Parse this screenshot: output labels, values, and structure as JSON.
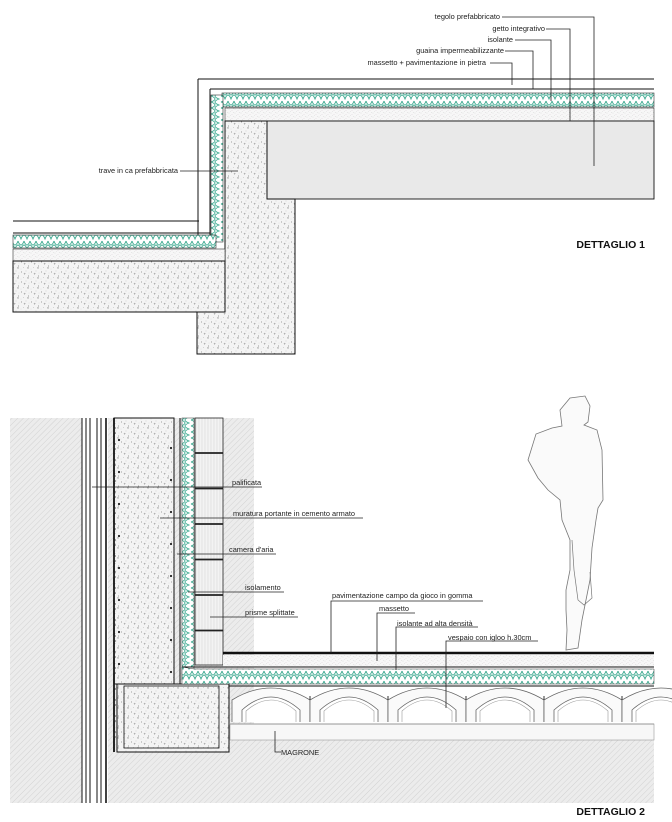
{
  "detail1": {
    "title": "DETTAGLIO 1",
    "labels": [
      "tegolo prefabbricato",
      "getto integrativo",
      "isolante",
      "guaina impermeabilizzante",
      "massetto + pavimentazione in pietra",
      "trave in ca prefabbricata"
    ]
  },
  "detail2": {
    "title": "DETTAGLIO 2",
    "labels": [
      "palificata",
      "muratura portante in cemento armato",
      "camera d'aria",
      "isolamento",
      "prisme splittate",
      "pavimentazione campo da gioco in gomma",
      "massetto",
      "isolante ad alta densità",
      "vespaio con igloo h.30cm",
      "MAGRONE"
    ]
  },
  "colors": {
    "insulation": "#3aa98f",
    "concrete": "#f2f2f2",
    "ground": "#e4e4e4",
    "precast": "#e9e9e9",
    "line": "#111111"
  }
}
